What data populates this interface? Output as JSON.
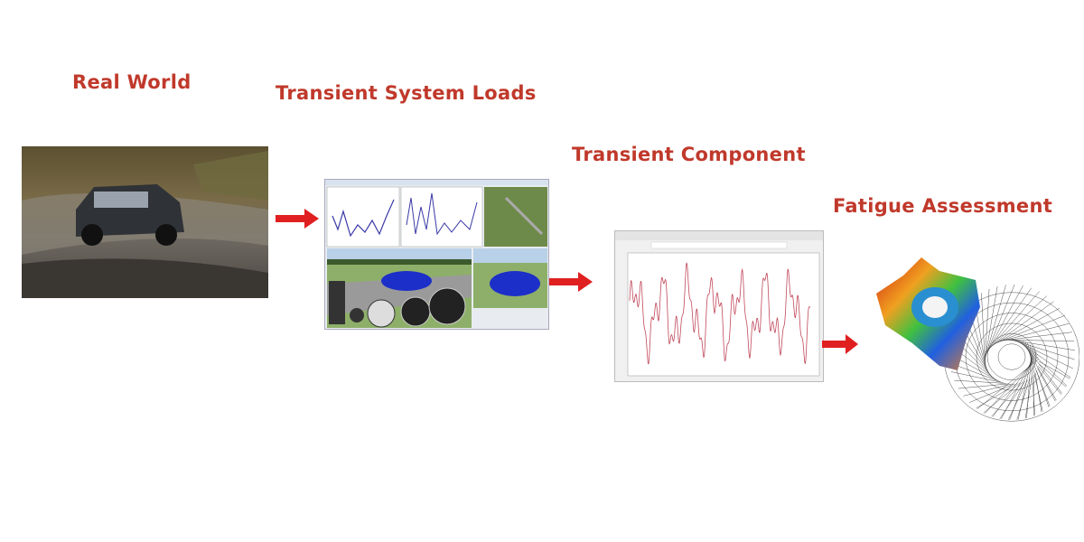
{
  "stages": [
    {
      "label": "Real World"
    },
    {
      "label": "Transient System Loads"
    },
    {
      "label": "Transient Component"
    },
    {
      "label": "Fatigue Assessment"
    }
  ],
  "colors": {
    "label": "#c0392b",
    "arrow": "#e02020",
    "car": "#1c2fc8",
    "signal": "#c0485a"
  },
  "icons": [
    "car-photo",
    "simulation-window",
    "load-time-history-plot",
    "fea-mesh-model",
    "arrow-right-icon"
  ]
}
